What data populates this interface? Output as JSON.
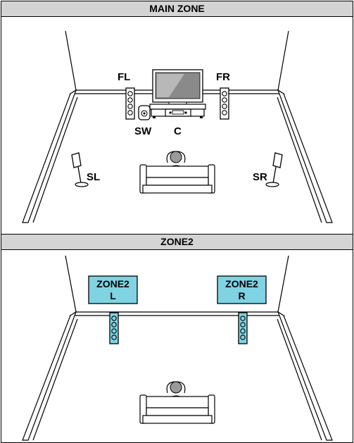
{
  "main_zone": {
    "title": "MAIN ZONE",
    "labels": {
      "fl": "FL",
      "fr": "FR",
      "sw": "SW",
      "c": "C",
      "sl": "SL",
      "sr": "SR"
    }
  },
  "zone2": {
    "title": "ZONE2",
    "left_label_line1": "ZONE2",
    "left_label_line2": "L",
    "right_label_line1": "ZONE2",
    "right_label_line2": "R",
    "label_color": "#7fd3e3"
  }
}
